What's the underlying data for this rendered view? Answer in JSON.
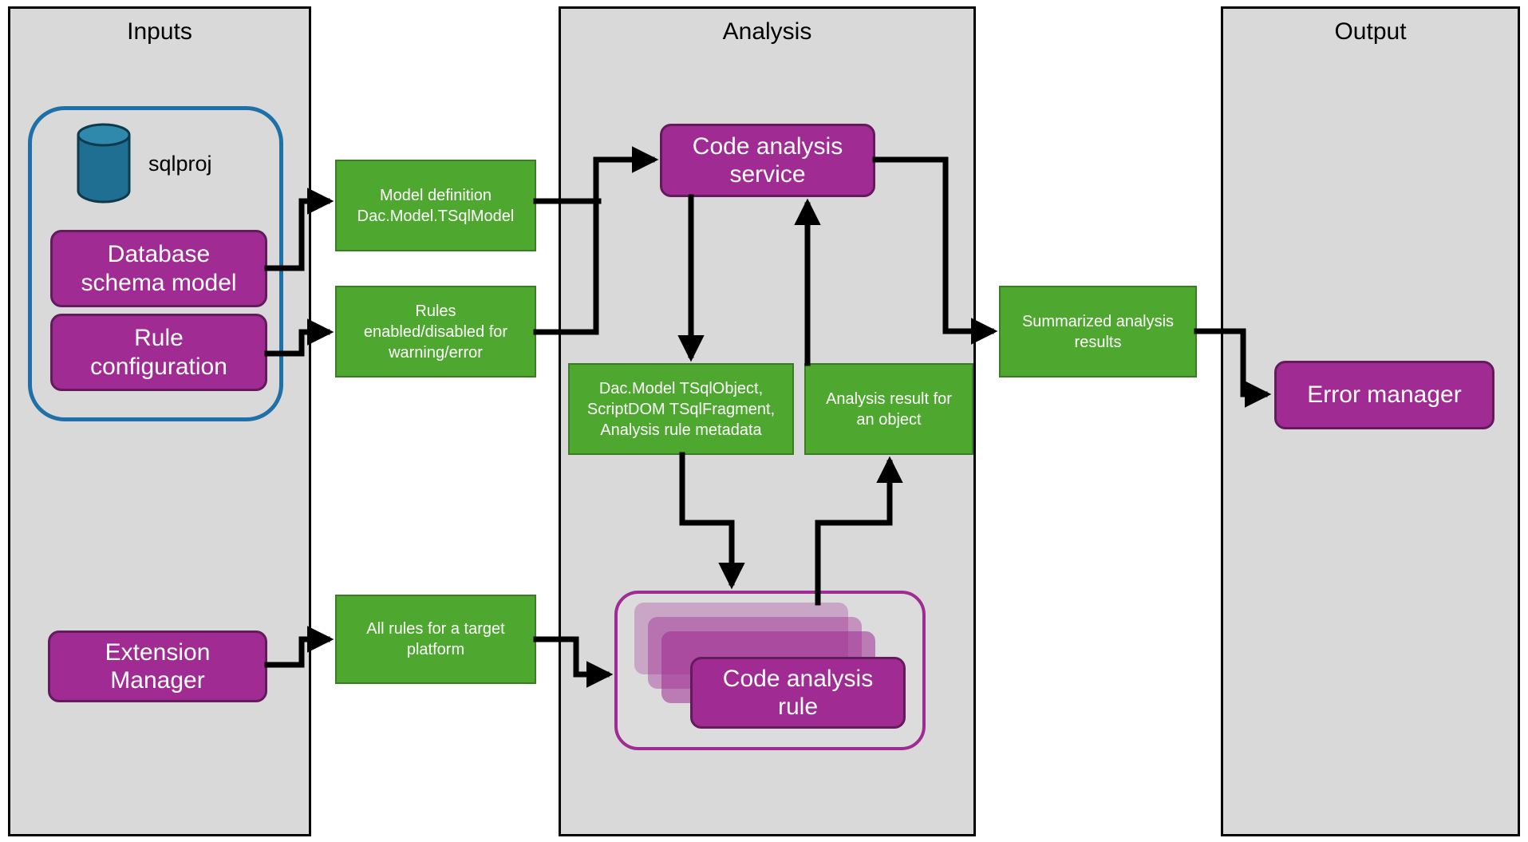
{
  "panels": {
    "inputs": {
      "title": "Inputs"
    },
    "analysis": {
      "title": "Analysis"
    },
    "output": {
      "title": "Output"
    }
  },
  "nodes": {
    "sqlproj_label": "sqlproj",
    "database_schema_model": "Database\nschema model",
    "rule_configuration": "Rule\nconfiguration",
    "extension_manager": "Extension\nManager",
    "model_definition": "Model definition\nDac.Model.TSqlModel",
    "rules_enabled": "Rules\nenabled/disabled for\nwarning/error",
    "all_rules": "All rules for a target\nplatform",
    "code_analysis_service": "Code analysis\nservice",
    "object_metadata": "Dac.Model TSqlObject,\nScriptDOM TSqlFragment,\nAnalysis rule metadata",
    "analysis_result": "Analysis result for\nan object",
    "summarized_results": "Summarized analysis\nresults",
    "code_analysis_rule": "Code analysis\nrule",
    "error_manager": "Error manager"
  },
  "edges": [
    {
      "from": "database_schema_model",
      "to": "model_definition"
    },
    {
      "from": "rule_configuration",
      "to": "rules_enabled"
    },
    {
      "from": "model_definition",
      "to": "code_analysis_service"
    },
    {
      "from": "rules_enabled",
      "to": "code_analysis_service"
    },
    {
      "from": "code_analysis_service",
      "to": "object_metadata"
    },
    {
      "from": "object_metadata",
      "to": "code_analysis_rule"
    },
    {
      "from": "code_analysis_rule",
      "to": "analysis_result"
    },
    {
      "from": "analysis_result",
      "to": "code_analysis_service"
    },
    {
      "from": "code_analysis_service",
      "to": "summarized_results"
    },
    {
      "from": "summarized_results",
      "to": "error_manager"
    },
    {
      "from": "extension_manager",
      "to": "all_rules"
    },
    {
      "from": "all_rules",
      "to": "code_analysis_rule"
    }
  ],
  "colors": {
    "panel_bg": "#d9d9d9",
    "purple": "#a02b93",
    "purple_border": "#641b5e",
    "green": "#4ea72e",
    "green_border": "#3a7d22",
    "blue_border": "#1f6fa8",
    "cylinder_body": "#1e6f91",
    "cylinder_top": "#2f89ad",
    "arrow": "#000000"
  }
}
